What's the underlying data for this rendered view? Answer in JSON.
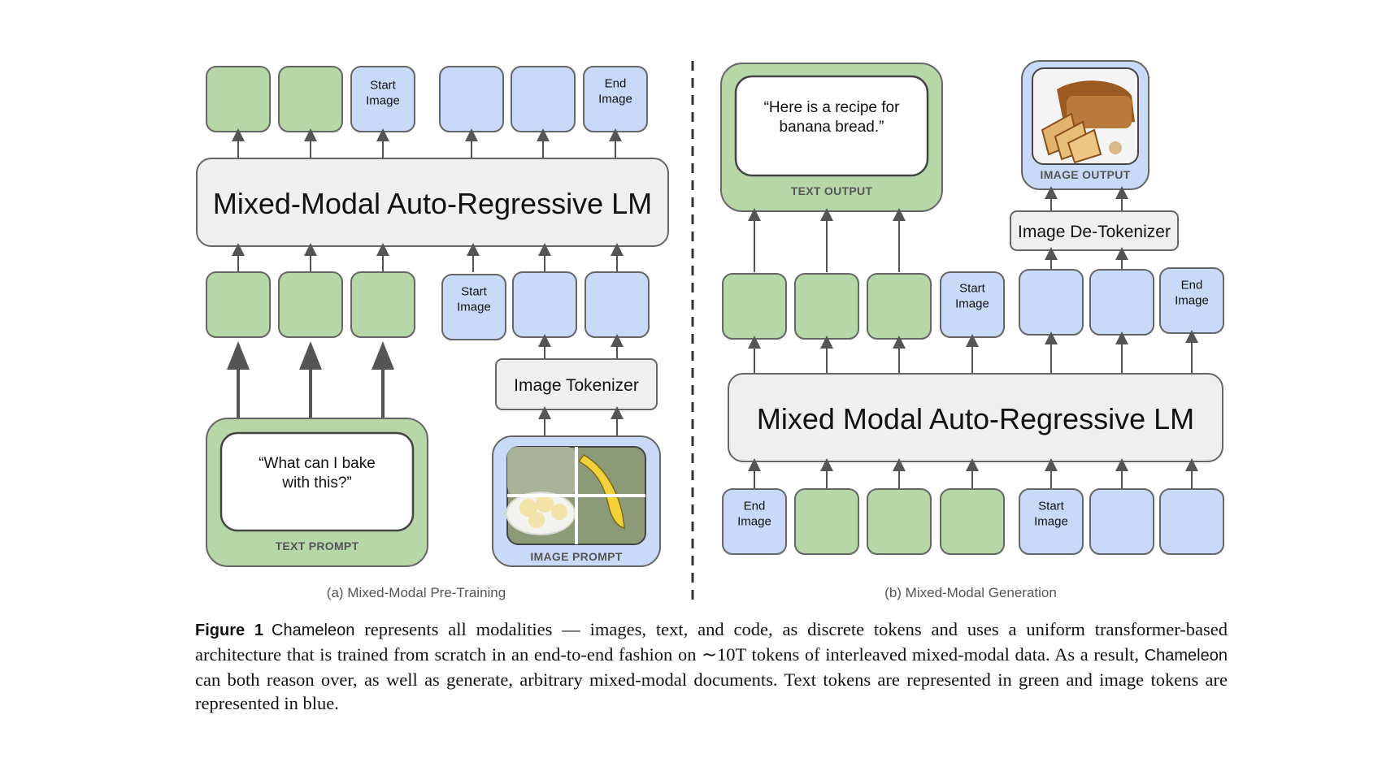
{
  "left_panel": {
    "lm_label": "Mixed-Modal Auto-Regressive LM",
    "start_image": "Start\nImage",
    "end_image": "End\nImage",
    "image_tokenizer": "Image Tokenizer",
    "text_prompt_quote": "“What can I bake\nwith this?”",
    "text_prompt_caption": "TEXT PROMPT",
    "image_prompt_caption": "IMAGE PROMPT",
    "subcaption": "(a) Mixed-Modal Pre-Training"
  },
  "right_panel": {
    "lm_label": "Mixed Modal Auto-Regressive LM",
    "start_image": "Start\nImage",
    "end_image": "End\nImage",
    "image_detokenizer": "Image De-Tokenizer",
    "text_output_quote": "“Here is a recipe for\nbanana bread.”",
    "text_output_caption": "TEXT OUTPUT",
    "image_output_caption": "IMAGE OUTPUT",
    "subcaption": "(b) Mixed-Modal Generation"
  },
  "caption": {
    "figure_label": "Figure 1",
    "model_name": "Chameleon",
    "text_1": " represents all modalities — images, text, and code, as discrete tokens and uses a uniform transformer-based architecture that is trained from scratch in an end-to-end fashion on ∼10T tokens of interleaved mixed-modal data. As a result, ",
    "model_name_2": "Chameleon",
    "text_2": " can both reason over, as well as generate, arbitrary mixed-modal documents. Text tokens are represented in green and image tokens are represented in blue."
  },
  "colors": {
    "text_token": "#b6d7a8",
    "image_token": "#c9daf8",
    "lm_box": "#efefef",
    "outline": "#666666"
  }
}
